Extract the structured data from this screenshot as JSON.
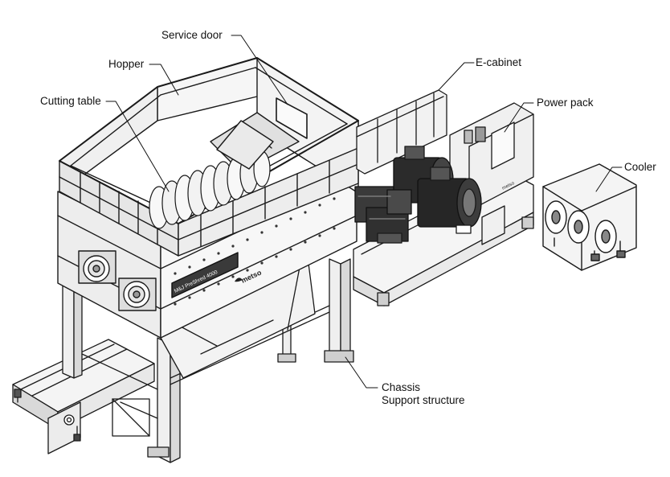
{
  "labels": {
    "service_door": "Service door",
    "hopper": "Hopper",
    "cutting_table": "Cutting table",
    "e_cabinet": "E-cabinet",
    "power_pack": "Power pack",
    "cooler": "Cooler",
    "chassis": "Chassis",
    "support_structure": "Support structure"
  },
  "nameplate": "M&J PreShred 4000",
  "brand": "metso"
}
